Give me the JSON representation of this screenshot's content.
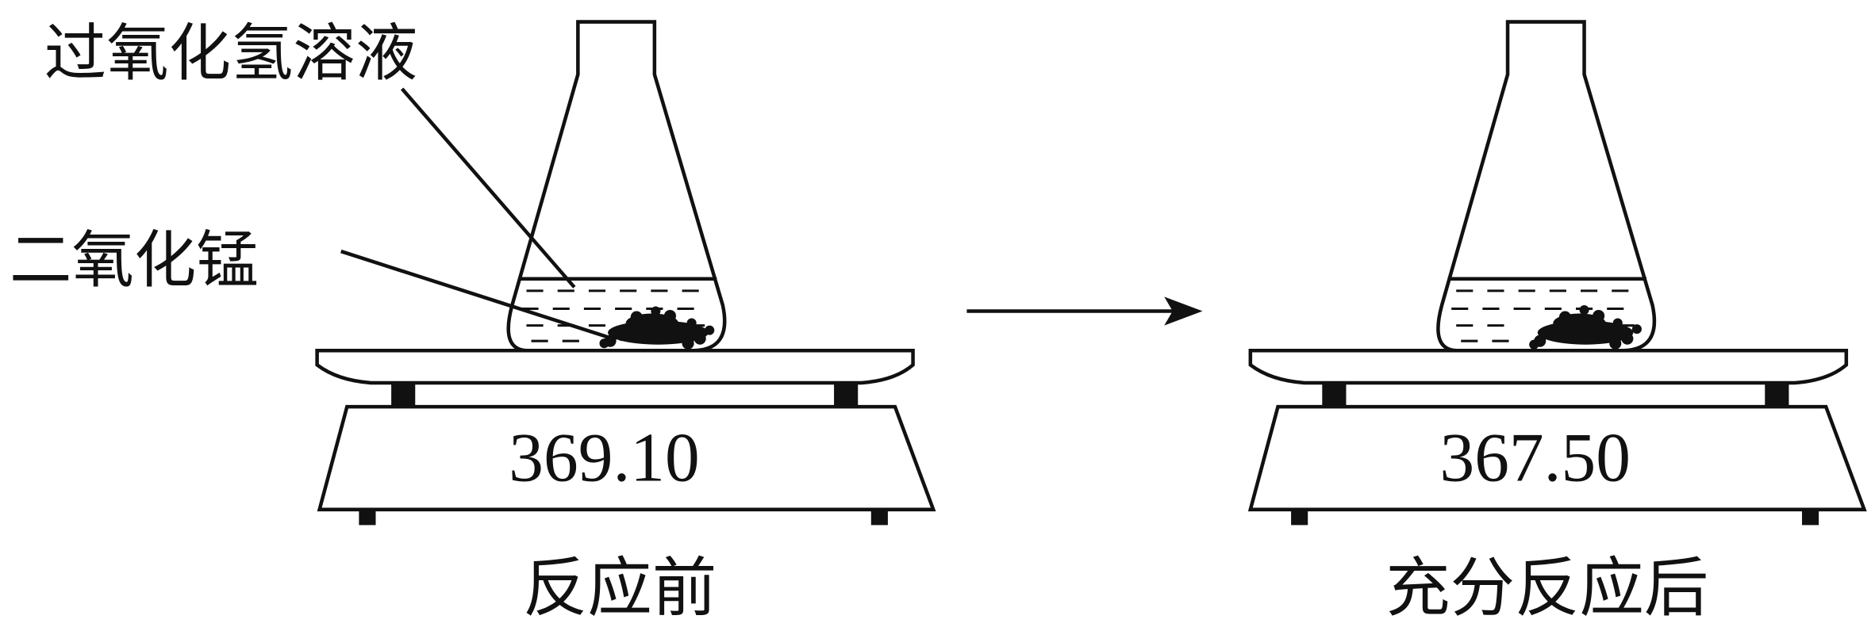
{
  "labels": {
    "hydrogen_peroxide": "过氧化氢溶液",
    "manganese_dioxide": "二氧化锰"
  },
  "before": {
    "reading": "369.10",
    "caption": "反应前"
  },
  "after": {
    "reading": "367.50",
    "caption": "充分反应后"
  }
}
